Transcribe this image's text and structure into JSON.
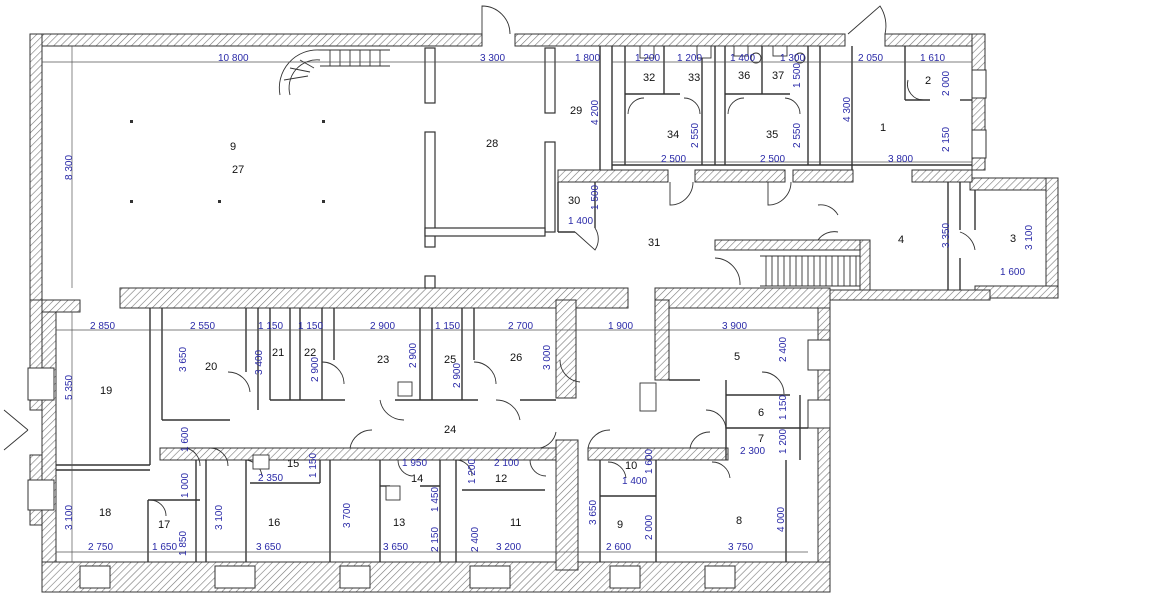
{
  "rooms": [
    {
      "id": "r1",
      "label": "1"
    },
    {
      "id": "r2",
      "label": "2"
    },
    {
      "id": "r3",
      "label": "3"
    },
    {
      "id": "r4",
      "label": "4"
    },
    {
      "id": "r5",
      "label": "5"
    },
    {
      "id": "r6",
      "label": "6"
    },
    {
      "id": "r7",
      "label": "7"
    },
    {
      "id": "r8",
      "label": "8"
    },
    {
      "id": "r9a",
      "label": "9"
    },
    {
      "id": "r9b",
      "label": "9"
    },
    {
      "id": "r10",
      "label": "10"
    },
    {
      "id": "r11",
      "label": "11"
    },
    {
      "id": "r12",
      "label": "12"
    },
    {
      "id": "r13",
      "label": "13"
    },
    {
      "id": "r14",
      "label": "14"
    },
    {
      "id": "r15",
      "label": "15"
    },
    {
      "id": "r16",
      "label": "16"
    },
    {
      "id": "r17",
      "label": "17"
    },
    {
      "id": "r18",
      "label": "18"
    },
    {
      "id": "r19",
      "label": "19"
    },
    {
      "id": "r20",
      "label": "20"
    },
    {
      "id": "r21",
      "label": "21"
    },
    {
      "id": "r22",
      "label": "22"
    },
    {
      "id": "r23",
      "label": "23"
    },
    {
      "id": "r24",
      "label": "24"
    },
    {
      "id": "r25",
      "label": "25"
    },
    {
      "id": "r26",
      "label": "26"
    },
    {
      "id": "r27",
      "label": "27"
    },
    {
      "id": "r28",
      "label": "28"
    },
    {
      "id": "r29",
      "label": "29"
    },
    {
      "id": "r30",
      "label": "30"
    },
    {
      "id": "r31",
      "label": "31"
    },
    {
      "id": "r32",
      "label": "32"
    },
    {
      "id": "r33",
      "label": "33"
    },
    {
      "id": "r34",
      "label": "34"
    },
    {
      "id": "r35",
      "label": "35"
    },
    {
      "id": "r36",
      "label": "36"
    },
    {
      "id": "r37",
      "label": "37"
    }
  ],
  "dimensions": [
    {
      "id": "d1",
      "text": "10 800"
    },
    {
      "id": "d2",
      "text": "3 300"
    },
    {
      "id": "d3",
      "text": "1 800"
    },
    {
      "id": "d4",
      "text": "1 200"
    },
    {
      "id": "d5",
      "text": "1 200"
    },
    {
      "id": "d6",
      "text": "1 400"
    },
    {
      "id": "d7",
      "text": "1 300"
    },
    {
      "id": "d8",
      "text": "2 050"
    },
    {
      "id": "d9",
      "text": "1 610"
    },
    {
      "id": "d10",
      "text": "8 300"
    },
    {
      "id": "d11",
      "text": "4 200"
    },
    {
      "id": "d12",
      "text": "2 550"
    },
    {
      "id": "d13",
      "text": "2 550"
    },
    {
      "id": "d14",
      "text": "1 500"
    },
    {
      "id": "d15",
      "text": "4 300"
    },
    {
      "id": "d16",
      "text": "2 000"
    },
    {
      "id": "d17",
      "text": "2 150"
    },
    {
      "id": "d18",
      "text": "2 500"
    },
    {
      "id": "d19",
      "text": "2 500"
    },
    {
      "id": "d20",
      "text": "3 800"
    },
    {
      "id": "d21",
      "text": "1 500"
    },
    {
      "id": "d22",
      "text": "1 400"
    },
    {
      "id": "d23",
      "text": "3 350"
    },
    {
      "id": "d24",
      "text": "3 100"
    },
    {
      "id": "d25",
      "text": "1 600"
    },
    {
      "id": "d26",
      "text": "2 850"
    },
    {
      "id": "d27",
      "text": "2 550"
    },
    {
      "id": "d28",
      "text": "1 150"
    },
    {
      "id": "d29",
      "text": "1 150"
    },
    {
      "id": "d30",
      "text": "2 900"
    },
    {
      "id": "d31",
      "text": "1 150"
    },
    {
      "id": "d32",
      "text": "2 700"
    },
    {
      "id": "d33",
      "text": "1 900"
    },
    {
      "id": "d34",
      "text": "3 900"
    },
    {
      "id": "d35",
      "text": "5 350"
    },
    {
      "id": "d36",
      "text": "3 650"
    },
    {
      "id": "d37",
      "text": "3 400"
    },
    {
      "id": "d38",
      "text": "2 900"
    },
    {
      "id": "d39",
      "text": "2 900"
    },
    {
      "id": "d40",
      "text": "2 900"
    },
    {
      "id": "d41",
      "text": "3 000"
    },
    {
      "id": "d42",
      "text": "2 400"
    },
    {
      "id": "d43",
      "text": "1 150"
    },
    {
      "id": "d44",
      "text": "1 200"
    },
    {
      "id": "d45",
      "text": "2 300"
    },
    {
      "id": "d46",
      "text": "1 600"
    },
    {
      "id": "d47",
      "text": "1 000"
    },
    {
      "id": "d48",
      "text": "1 150"
    },
    {
      "id": "d49",
      "text": "2 350"
    },
    {
      "id": "d50",
      "text": "1 950"
    },
    {
      "id": "d51",
      "text": "1 450"
    },
    {
      "id": "d52",
      "text": "1 200"
    },
    {
      "id": "d53",
      "text": "2 100"
    },
    {
      "id": "d54",
      "text": "1 600"
    },
    {
      "id": "d55",
      "text": "1 400"
    },
    {
      "id": "d56",
      "text": "3 100"
    },
    {
      "id": "d57",
      "text": "1 850"
    },
    {
      "id": "d58",
      "text": "3 100"
    },
    {
      "id": "d59",
      "text": "3 700"
    },
    {
      "id": "d60",
      "text": "2 150"
    },
    {
      "id": "d61",
      "text": "2 400"
    },
    {
      "id": "d62",
      "text": "3 650"
    },
    {
      "id": "d63",
      "text": "2 000"
    },
    {
      "id": "d64",
      "text": "4 000"
    },
    {
      "id": "d65",
      "text": "2 750"
    },
    {
      "id": "d66",
      "text": "1 650"
    },
    {
      "id": "d67",
      "text": "3 650"
    },
    {
      "id": "d68",
      "text": "3 650"
    },
    {
      "id": "d69",
      "text": "3 200"
    },
    {
      "id": "d70",
      "text": "2 600"
    },
    {
      "id": "d71",
      "text": "3 750"
    }
  ]
}
